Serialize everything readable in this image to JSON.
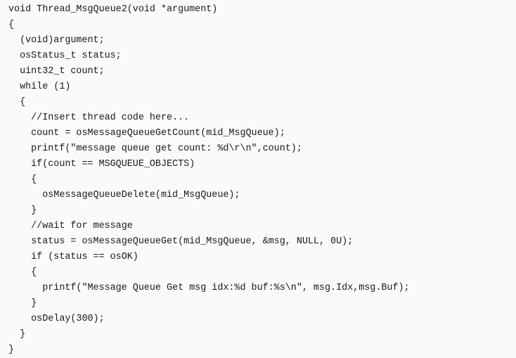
{
  "code": {
    "lines": [
      "void Thread_MsgQueue2(void *argument)",
      "{",
      "  (void)argument;",
      "  osStatus_t status;",
      "  uint32_t count;",
      "  while (1)",
      "  {",
      "    //Insert thread code here...",
      "    count = osMessageQueueGetCount(mid_MsgQueue);",
      "    printf(\"message queue get count: %d\\r\\n\",count);",
      "    if(count == MSGQUEUE_OBJECTS)",
      "    {",
      "      osMessageQueueDelete(mid_MsgQueue);",
      "    }",
      "    //wait for message",
      "    status = osMessageQueueGet(mid_MsgQueue, &msg, NULL, 0U);",
      "    if (status == osOK)",
      "    {",
      "      printf(\"Message Queue Get msg idx:%d buf:%s\\n\", msg.Idx,msg.Buf);",
      "    }",
      "    osDelay(300);",
      "  }",
      "}"
    ]
  }
}
